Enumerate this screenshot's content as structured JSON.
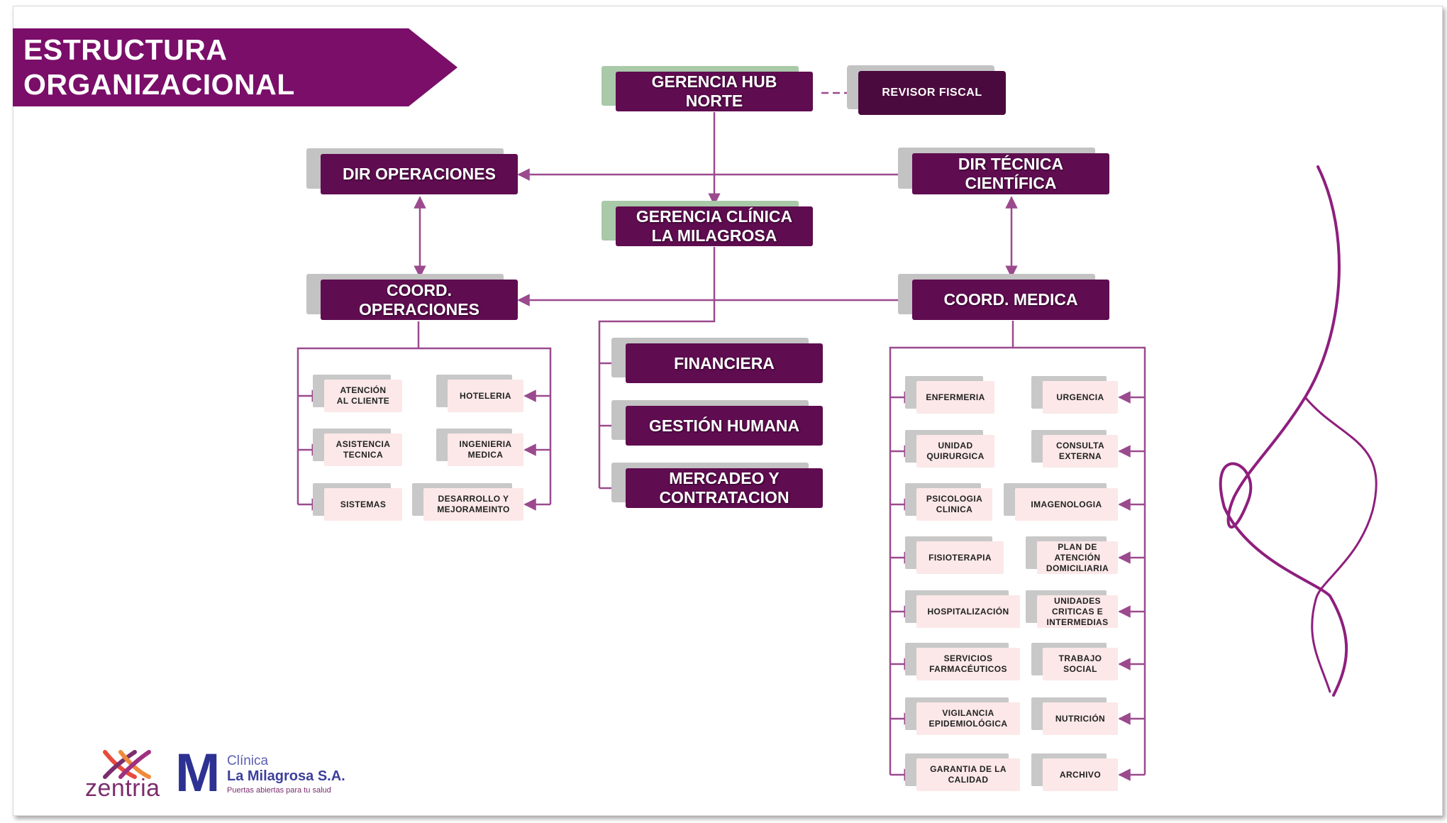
{
  "title": {
    "line1": "ESTRUCTURA",
    "line2": "ORGANIZACIONAL"
  },
  "nodes": {
    "gerencia_hub": "GERENCIA HUB\nNORTE",
    "revisor_fiscal": "REVISOR FISCAL",
    "dir_operaciones": "DIR OPERACIONES",
    "dir_tecnica": "DIR TÉCNICA\nCIENTÍFICA",
    "gerencia_clinica": "GERENCIA CLÍNICA\nLA MILAGROSA",
    "coord_operaciones": "COORD.\nOPERACIONES",
    "coord_medica": "COORD. MEDICA",
    "financiera": "FINANCIERA",
    "gestion_humana": "GESTIÓN HUMANA",
    "mercadeo": "MERCADEO Y\nCONTRATACION"
  },
  "operaciones_units": [
    "ATENCIÓN\nAL CLIENTE",
    "HOTELERIA",
    "ASISTENCIA\nTECNICA",
    "INGENIERIA\nMEDICA",
    "SISTEMAS",
    "DESARROLLO Y\nMEJORAMEINTO"
  ],
  "medica_units": [
    "ENFERMERIA",
    "URGENCIA",
    "UNIDAD\nQUIRURGICA",
    "CONSULTA\nEXTERNA",
    "PSICOLOGIA\nCLINICA",
    "IMAGENOLOGIA",
    "FISIOTERAPIA",
    "PLAN DE\nATENCIÓN\nDOMICILIARIA",
    "HOSPITALIZACIÓN",
    "UNIDADES\nCRITICAS E\nINTERMEDIAS",
    "SERVICIOS\nFARMACÉUTICOS",
    "TRABAJO\nSOCIAL",
    "VIGILANCIA\nEPIDEMIOLÓGICA",
    "NUTRICIÓN",
    "GARANTIA DE LA\nCALIDAD",
    "ARCHIVO"
  ],
  "logos": {
    "zentria": "zentria",
    "m_mark": "M",
    "clinica_line1": "Clínica",
    "clinica_line2": "La Milagrosa S.A.",
    "clinica_slogan": "Puertas abiertas para tu salud"
  },
  "colors": {
    "banner": "#7a0e69",
    "major_box": "#5f0c50",
    "minor_box": "#fce8e8",
    "connector": "#9b4a8e",
    "ribbon": "#8e1f7d"
  }
}
